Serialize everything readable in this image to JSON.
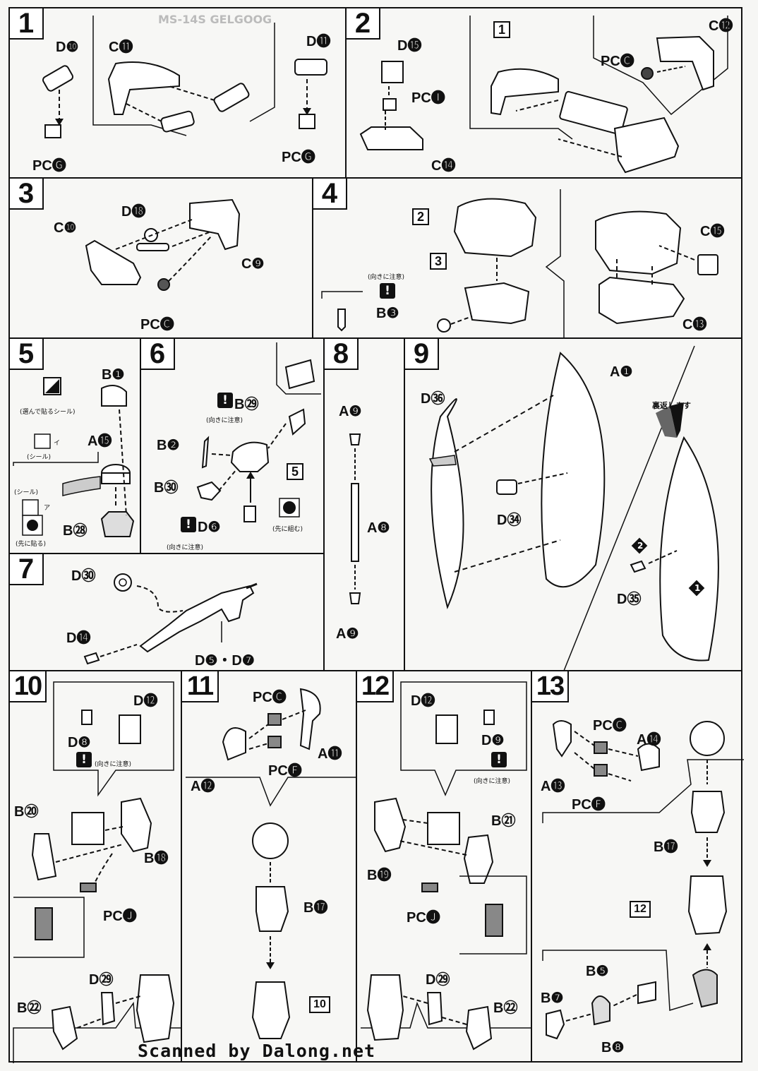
{
  "header_strip": "MS-14S GELGOOG",
  "steps": [
    {
      "num": "1",
      "labels": {
        "d10": "D❿",
        "c11": "C⓫",
        "d11": "D⓫",
        "pcg_left": "PC🅖",
        "pcg_right": "PC🅖"
      }
    },
    {
      "num": "2",
      "labels": {
        "d15": "D⓯",
        "pci": "PC🅘",
        "c14": "C⓮",
        "c12": "C⓬",
        "pcc": "PC🅒",
        "ref1": "1"
      }
    },
    {
      "num": "3",
      "labels": {
        "c10": "C❿",
        "d18": "D⓲",
        "c9": "C❾",
        "pcc": "PC🅒"
      }
    },
    {
      "num": "4",
      "labels": {
        "ref2": "2",
        "ref3": "3",
        "c15": "C⓯",
        "c13": "C⓭",
        "b3": "B❸",
        "caution": "(向きに注意)"
      }
    },
    {
      "num": "5",
      "labels": {
        "b1": "B❶",
        "a15": "A⓯",
        "b28": "B㉘",
        "sel_sticker": "(選んで貼るシール)",
        "sticker": "(シール)",
        "i": "イ",
        "a": "ア",
        "sticker2": "(シール)",
        "stick_first": "(先に貼る)"
      }
    },
    {
      "num": "6",
      "labels": {
        "b29": "B㉙",
        "b2": "B❷",
        "b30": "B㉚",
        "d6": "D❻",
        "ref5": "5",
        "caution1": "(向きに注意)",
        "caution2": "(向きに注意)",
        "assemble_first": "(先に組む)"
      }
    },
    {
      "num": "7",
      "labels": {
        "d30": "D㉚",
        "d14": "D⓮",
        "d5d7": "D❺・D❼"
      }
    },
    {
      "num": "8",
      "labels": {
        "a9_top": "A❾",
        "a8": "A❽",
        "a9_bottom": "A❾"
      }
    },
    {
      "num": "9",
      "labels": {
        "d36": "D㊱",
        "a1": "A❶",
        "flip": "裏返します",
        "d34": "D㉞",
        "d35": "D㉟",
        "n1": "1",
        "n2": "2"
      }
    },
    {
      "num": "10",
      "labels": {
        "d12": "D⓬",
        "d8": "D❽",
        "caution": "(向きに注意)",
        "b20": "B⑳",
        "b18": "B⓲",
        "pcj": "PC🅙",
        "d29": "D㉙",
        "b22": "B㉒"
      }
    },
    {
      "num": "11",
      "labels": {
        "pcc": "PC🅒",
        "a11": "A⓫",
        "a12": "A⓬",
        "pcf": "PC🅕",
        "b17": "B⓱",
        "ref10": "10"
      }
    },
    {
      "num": "12",
      "labels": {
        "d12": "D⓬",
        "d9": "D❾",
        "caution": "(向きに注意)",
        "b21": "B㉑",
        "b19": "B⓳",
        "pcj": "PC🅙",
        "d29": "D㉙",
        "b22": "B㉒"
      }
    },
    {
      "num": "13",
      "labels": {
        "pcc": "PC🅒",
        "a14": "A⓮",
        "a13": "A⓭",
        "pcf": "PC🅕",
        "b17": "B⓱",
        "ref12": "12",
        "b5": "B❺",
        "b7": "B❼",
        "b8": "B❽"
      }
    }
  ],
  "footer": "Scanned by Dalong.net"
}
